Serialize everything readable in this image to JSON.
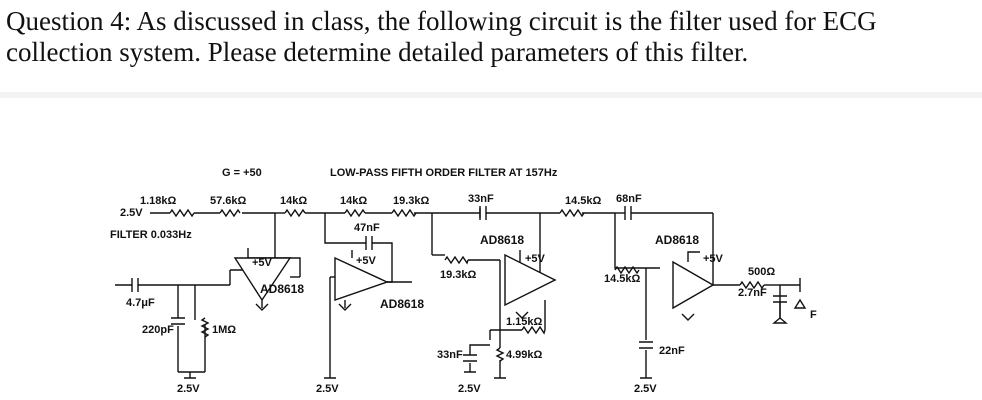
{
  "question": "Question 4: As discussed in class, the following circuit is the filter used for ECG collection system. Please determine detailed parameters of this filter.",
  "labels": {
    "gain": "G = +50",
    "lowpass_title": "LOW-PASS FIFTH ORDER FILTER AT 157Hz",
    "v_in": "2.5V",
    "filter_label": "FILTER 0.033Hz",
    "r_118k": "1.18kΩ",
    "r_576k": "57.6kΩ",
    "r_14k_a": "14kΩ",
    "r_14k_b": "14kΩ",
    "r_193k_a": "19.3kΩ",
    "c_33nf_top": "33nF",
    "r_145k_top": "14.5kΩ",
    "c_68nf": "68nF",
    "c_47nf": "47nF",
    "plus5v_1": "+5V",
    "plus5v_2": "+5V",
    "plus5v_3": "+5V",
    "plus5v_4": "+5V",
    "amp1": "AD8618",
    "amp2": "AD8618",
    "amp3": "AD8618",
    "amp4": "AD8618",
    "r_193k_b": "19.3kΩ",
    "r_145k_b": "14.5kΩ",
    "r_500": "500Ω",
    "c_27nf": "2.7nF",
    "c_47uf": "4.7μF",
    "c_220pf": "220pF",
    "r_1m": "1MΩ",
    "r_115k": "1.15kΩ",
    "c_33nf_bottom": "33nF",
    "r_499k": "4.99kΩ",
    "c_22nf": "22nF",
    "gnd_1": "2.5V",
    "gnd_2": "2.5V",
    "gnd_3": "2.5V",
    "gnd_4": "2.5V",
    "out_f": "F"
  }
}
